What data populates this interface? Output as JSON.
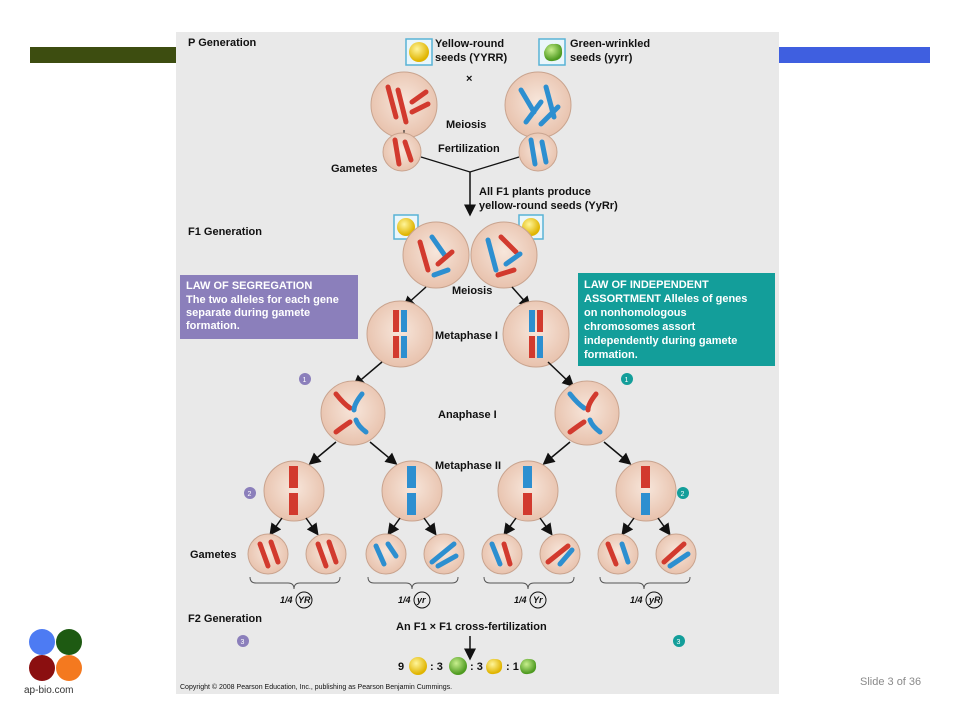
{
  "labels": {
    "p_generation": "P Generation",
    "yellow_round_1": "Yellow-round",
    "yellow_round_2": "seeds (YYRR)",
    "green_wrinkled_1": "Green-wrinkled",
    "green_wrinkled_2": "seeds (yyrr)",
    "cross": "×",
    "meiosis": "Meiosis",
    "fertilization": "Fertilization",
    "gametes": "Gametes",
    "f1_note_1": "All F1 plants produce",
    "f1_note_2": "yellow-round seeds (YyRr)",
    "f1_generation": "F1 Generation",
    "meiosis2": "Meiosis",
    "metaphase1": "Metaphase I",
    "anaphase1": "Anaphase I",
    "metaphase2": "Metaphase II",
    "gametes2": "Gametes",
    "f2_generation": "F2 Generation",
    "f2_cross": "An F1 × F1 cross-fertilization",
    "copyright": "Copyright © 2008 Pearson Education, Inc., publishing as Pearson Benjamin Cummings."
  },
  "law_segregation": {
    "title": "LAW OF SEGREGATION",
    "lines": [
      "The two alleles for each gene",
      "separate during gamete",
      "formation."
    ]
  },
  "law_independent": {
    "lines": [
      "LAW OF INDEPENDENT",
      "ASSORTMENT Alleles of genes",
      "on nonhomologous",
      "chromosomes assort",
      "independently during gamete",
      "formation."
    ]
  },
  "gamete_fractions": [
    "1/4",
    "1/4",
    "1/4",
    "1/4"
  ],
  "gamete_alleles": [
    "YR",
    "yr",
    "Yr",
    "yR"
  ],
  "steps": {
    "left": [
      "1",
      "2",
      "3"
    ],
    "right": [
      "1",
      "2",
      "3"
    ]
  },
  "ratio": [
    "9",
    ": 3",
    ": 3",
    ": 1"
  ],
  "slide": "Slide 3 of 36",
  "site": "ap-bio.com",
  "colors": {
    "cell": "#f1d5c5",
    "cell_edge": "#c9a48f",
    "red_chromosome": "#d23a2e",
    "blue_chromosome": "#2d8fd0",
    "segregation_box": "#8b7fbb",
    "independent_box": "#139e9a",
    "yellow_seed": "#f5d20a",
    "green_seed": "#7cc242"
  }
}
